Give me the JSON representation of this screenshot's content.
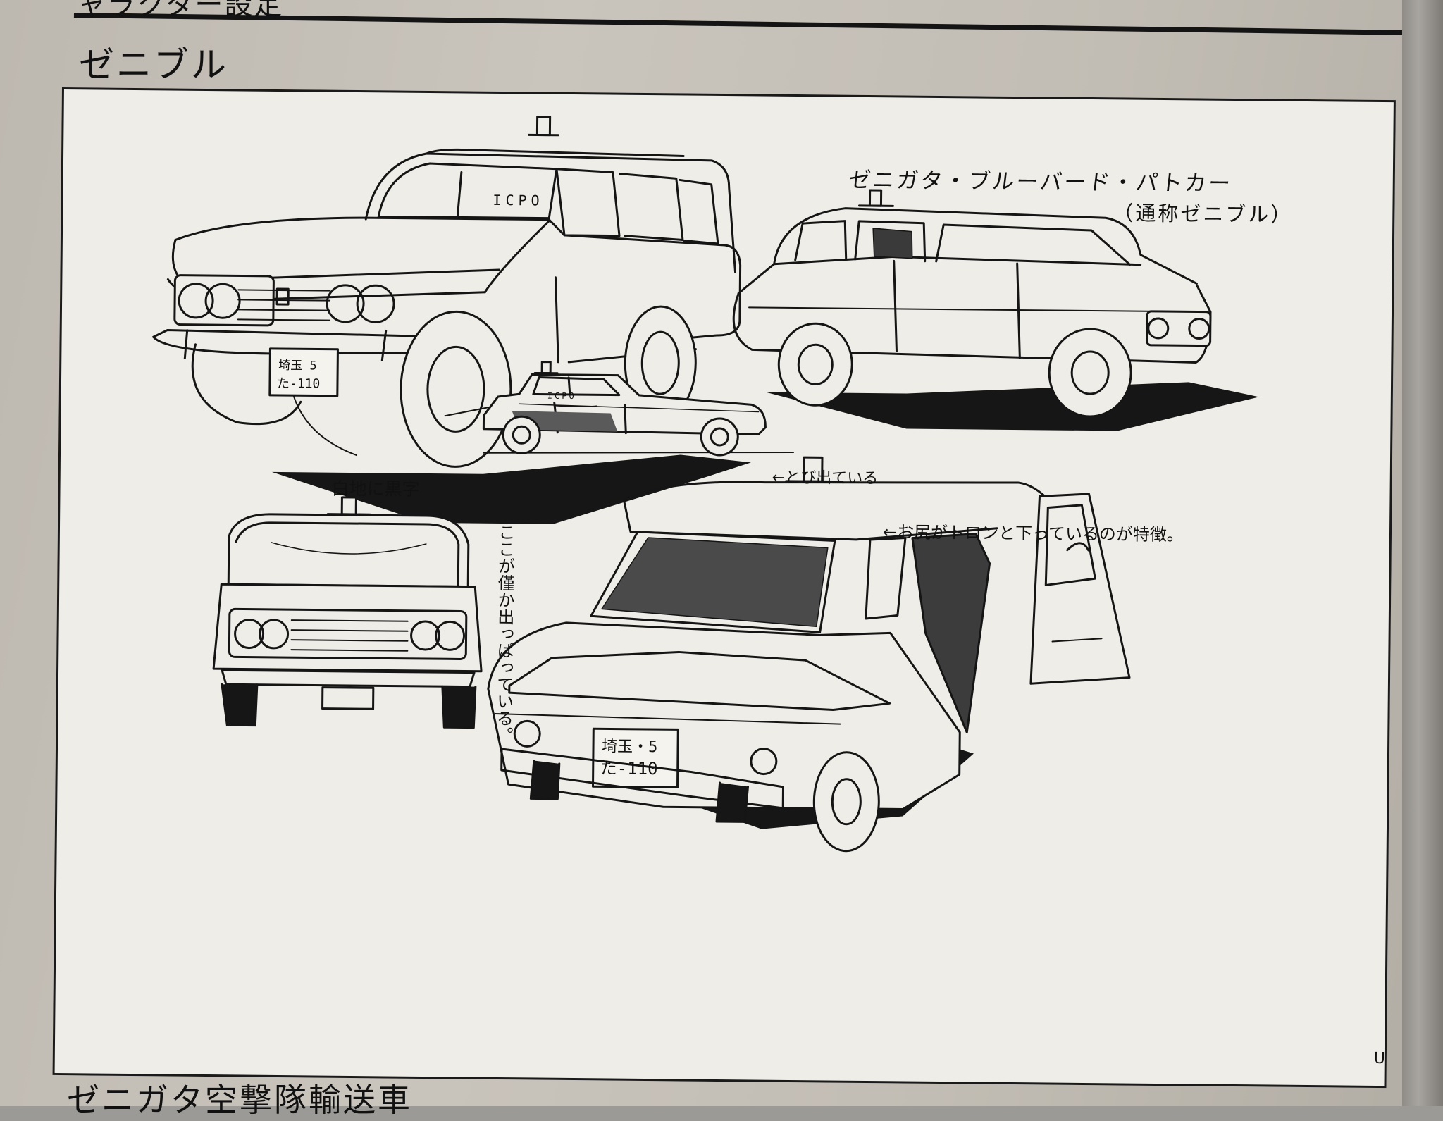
{
  "header": {
    "running_head": "ャラクター設定",
    "section_title": "ゼニブル",
    "next_section_title": "ゼニガタ空撃隊輸送車"
  },
  "sheet": {
    "caption_main": "ゼニガタ・ブルーバード・パトカー",
    "caption_sub": "（通称ゼニブル）",
    "note_plate": "白地に黒字",
    "note_light": "←とび出ている",
    "note_tail": "←お尻がトロンと下っているのが特徴。",
    "note_seat": "ここが僅か出っぱっている。",
    "door_lettering": "ICPO",
    "plate_front": {
      "line1": "埼玉 5",
      "line2": "た-110"
    },
    "plate_rear": {
      "line1": "埼玉・5",
      "line2": "た-110"
    },
    "page_mark": "U"
  }
}
